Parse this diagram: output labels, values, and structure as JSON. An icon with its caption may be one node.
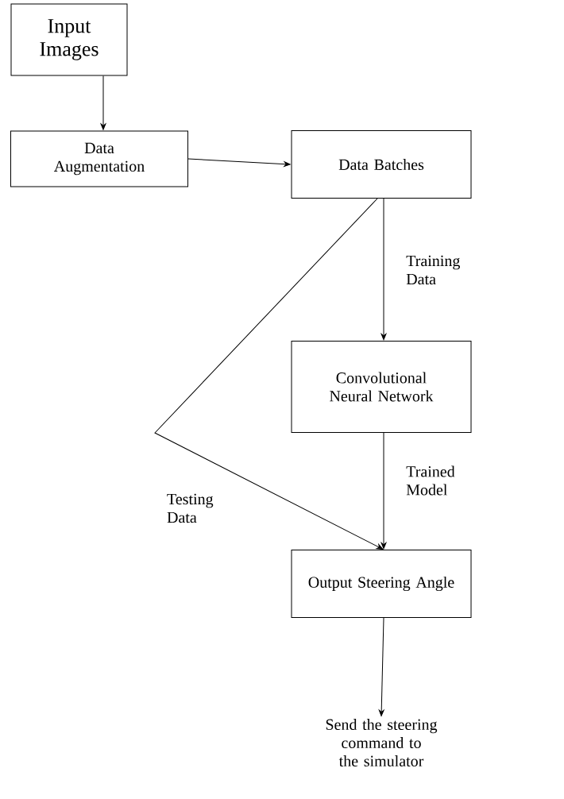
{
  "diagram": {
    "nodes": [
      {
        "text": [
          "Input Images"
        ]
      },
      {
        "text": [
          "Data Augmentation"
        ]
      },
      {
        "text": [
          "Data Batches"
        ]
      },
      {
        "text": [
          "Convolutional Neural Network"
        ]
      },
      {
        "text": [
          "Output Steering Angle"
        ]
      },
      {
        "text": [
          "Send the steering command to the simulator"
        ]
      }
    ],
    "edges": [
      {
        "from": 0,
        "to": 1,
        "arrow": "to"
      },
      {
        "from": 1,
        "to": 2,
        "arrow": "to"
      },
      {
        "from": 2,
        "to": 3,
        "arrow": "to",
        "label": "Training Data"
      },
      {
        "from": 3,
        "to": 4,
        "arrow": "to",
        "label": "Trained Model"
      },
      {
        "from": 2,
        "to": 4,
        "arrow": "to",
        "label": "Testing Data"
      },
      {
        "from": 4,
        "to": 5,
        "arrow": "to"
      }
    ]
  }
}
